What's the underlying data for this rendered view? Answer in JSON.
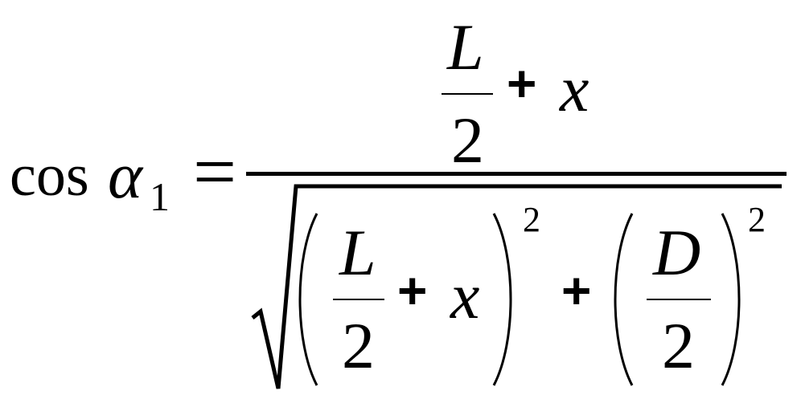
{
  "formula": {
    "lhs": {
      "function": "cos",
      "variable": "α",
      "subscript": "1"
    },
    "relation": "=",
    "numerator": {
      "fraction": {
        "top": "L",
        "bottom": "2"
      },
      "operator": "+",
      "term": "x"
    },
    "denominator": {
      "first": {
        "fraction": {
          "top": "L",
          "bottom": "2"
        },
        "operator": "+",
        "term": "x",
        "exponent": "2"
      },
      "operator": "+",
      "second": {
        "fraction": {
          "top": "D",
          "bottom": "2"
        },
        "exponent": "2"
      }
    }
  }
}
